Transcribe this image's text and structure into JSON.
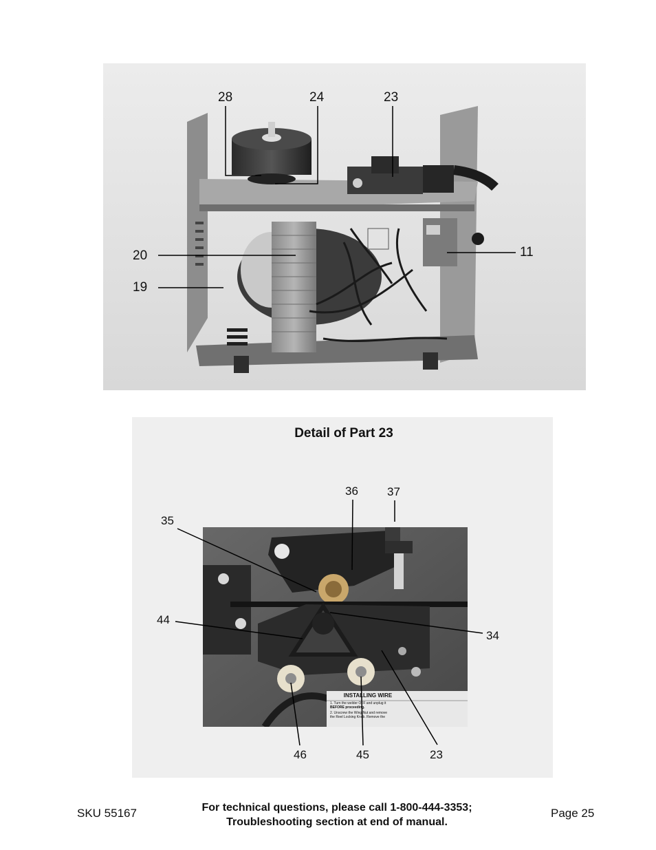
{
  "figure1": {
    "callouts": {
      "c28": "28",
      "c24": "24",
      "c23": "23",
      "c20": "20",
      "c19": "19",
      "c11": "11"
    }
  },
  "figure2": {
    "title": "Detail of Part 23",
    "callouts": {
      "c36": "36",
      "c37": "37",
      "c35": "35",
      "c44": "44",
      "c34": "34",
      "c46": "46",
      "c45": "45",
      "c23": "23"
    },
    "label_sheet": {
      "heading": "INSTALLING WIRE",
      "line1": "1. Turn the welder OFF and unplug it",
      "line2": "BEFORE proceeding.",
      "line3": "2. Unscrew the Wing Nut and remove",
      "line4": "the Reel Locking Knob. Remove the"
    }
  },
  "footer": {
    "sku": "SKU 55167",
    "line1": "For technical questions, please call 1-800-444-3353;",
    "line2": "Troubleshooting section at end of manual.",
    "page": "Page 25"
  }
}
